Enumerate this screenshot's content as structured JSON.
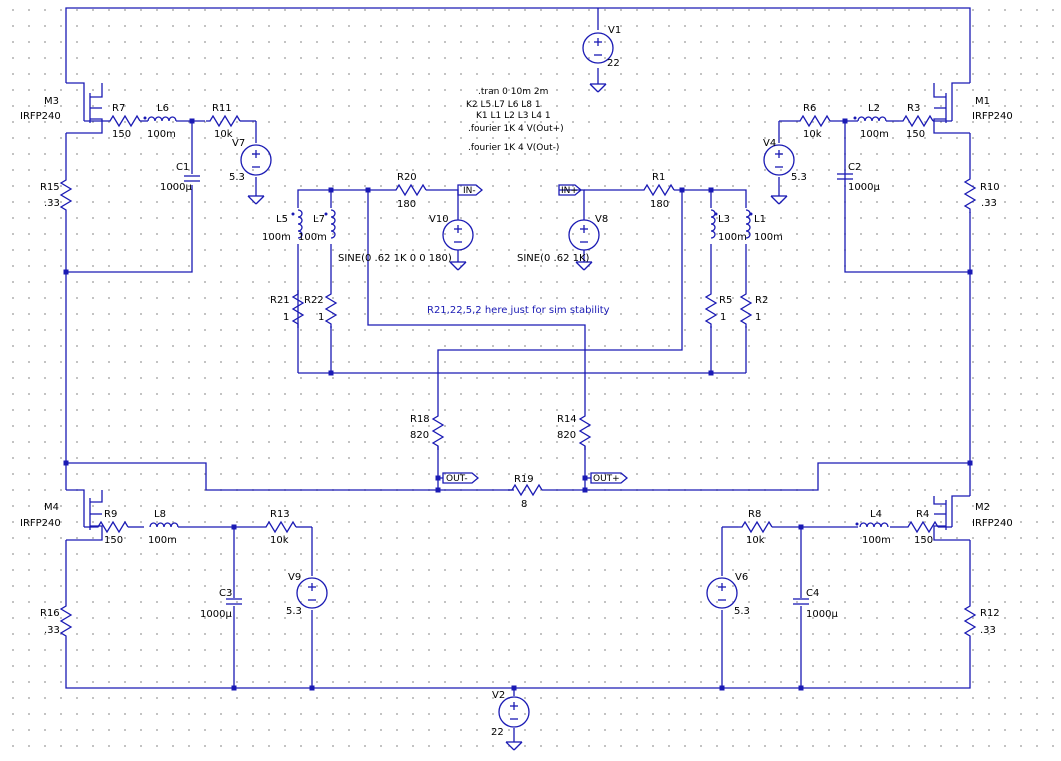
{
  "directives": [
    ".tran 0 10m 2m",
    "K2 L5 L7 L6 L8 1",
    "K1 L1 L2 L3 L4 1",
    ".fourier 1K 4 V(Out+)",
    ".fourier 1K 4 V(Out-)"
  ],
  "note": "R21,22,5,2 here just for sim stability",
  "net_labels": {
    "in_minus": "IN-",
    "in_plus": "IN+",
    "out_minus": "OUT-",
    "out_plus": "OUT+"
  },
  "components": {
    "V1": {
      "name": "V1",
      "value": "22"
    },
    "V2": {
      "name": "V2",
      "value": "22"
    },
    "M1": {
      "name": "M1",
      "value": "IRFP240"
    },
    "M2": {
      "name": "M2",
      "value": "IRFP240"
    },
    "M3": {
      "name": "M3",
      "value": "IRFP240"
    },
    "M4": {
      "name": "M4",
      "value": "IRFP240"
    },
    "R1": {
      "name": "R1",
      "value": "180"
    },
    "R2": {
      "name": "R2",
      "value": "1"
    },
    "R3": {
      "name": "R3",
      "value": "150"
    },
    "R4": {
      "name": "R4",
      "value": "150"
    },
    "R5": {
      "name": "R5",
      "value": "1"
    },
    "R6": {
      "name": "R6",
      "value": "10k"
    },
    "R7": {
      "name": "R7",
      "value": "150"
    },
    "R8": {
      "name": "R8",
      "value": "10k"
    },
    "R9": {
      "name": "R9",
      "value": "150"
    },
    "R10": {
      "name": "R10",
      "value": ".33"
    },
    "R11": {
      "name": "R11",
      "value": "10k"
    },
    "R12": {
      "name": "R12",
      "value": ".33"
    },
    "R13": {
      "name": "R13",
      "value": "10k"
    },
    "R14": {
      "name": "R14",
      "value": "820"
    },
    "R15": {
      "name": "R15",
      "value": ".33"
    },
    "R16": {
      "name": "R16",
      "value": ".33"
    },
    "R18": {
      "name": "R18",
      "value": "820"
    },
    "R19": {
      "name": "R19",
      "value": "8"
    },
    "R20": {
      "name": "R20",
      "value": "180"
    },
    "R21": {
      "name": "R21",
      "value": "1"
    },
    "R22": {
      "name": "R22",
      "value": "1"
    },
    "L1": {
      "name": "L1",
      "value": "100m"
    },
    "L2": {
      "name": "L2",
      "value": "100m"
    },
    "L3": {
      "name": "L3",
      "value": "100m"
    },
    "L4": {
      "name": "L4",
      "value": "100m"
    },
    "L5": {
      "name": "L5",
      "value": "100m"
    },
    "L6": {
      "name": "L6",
      "value": "100m"
    },
    "L7": {
      "name": "L7",
      "value": "100m"
    },
    "L8": {
      "name": "L8",
      "value": "100m"
    },
    "C1": {
      "name": "C1",
      "value": "1000µ"
    },
    "C2": {
      "name": "C2",
      "value": "1000µ"
    },
    "C3": {
      "name": "C3",
      "value": "1000µ"
    },
    "C4": {
      "name": "C4",
      "value": "1000µ"
    },
    "V4": {
      "name": "V4",
      "value": "5.3"
    },
    "V6": {
      "name": "V6",
      "value": "5.3"
    },
    "V7": {
      "name": "V7",
      "value": "5.3"
    },
    "V9": {
      "name": "V9",
      "value": "5.3"
    },
    "V8": {
      "name": "V8",
      "value": "SINE(0 .62 1K)"
    },
    "V10": {
      "name": "V10",
      "value": "SINE(0 .62 1K 0 0 180)"
    }
  },
  "colors": {
    "wire": "#1a1ab4",
    "text": "#000000",
    "grid": "#b4b4b4",
    "background": "#ffffff"
  }
}
